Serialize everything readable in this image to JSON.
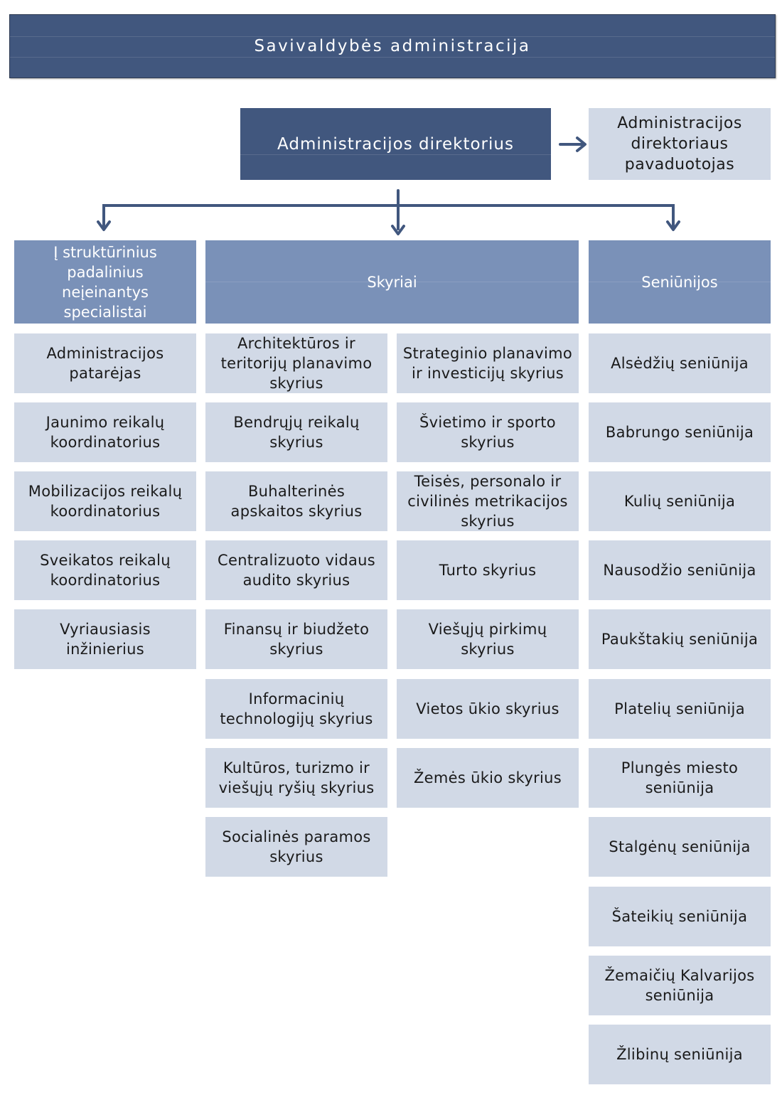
{
  "title": "Savivaldybės administracija",
  "director": "Administracijos direktorius",
  "deputy": "Administracijos direktoriaus pavaduotojas",
  "colors": {
    "dark_blue": "#41577e",
    "mid_blue": "#7a91b8",
    "light_blue": "#d1d9e6",
    "connector": "#41577e"
  },
  "groups": {
    "specialists": {
      "header": "Į struktūrinius padalinius neįeinantys specialistai",
      "items": [
        "Administracijos patarėjas",
        "Jaunimo reikalų koordinatorius",
        "Mobilizacijos reikalų koordinatorius",
        "Sveikatos reikalų koordinatorius",
        "Vyriausiasis inžinierius"
      ]
    },
    "departments": {
      "header": "Skyriai",
      "left": [
        "Architektūros ir teritorijų planavimo skyrius",
        "Bendrųjų reikalų skyrius",
        "Buhalterinės apskaitos skyrius",
        "Centralizuoto vidaus audito skyrius",
        "Finansų ir biudžeto skyrius",
        "Informacinių technologijų skyrius",
        "Kultūros, turizmo ir viešųjų ryšių skyrius",
        "Socialinės paramos skyrius"
      ],
      "right": [
        "Strateginio planavimo ir investicijų skyrius",
        "Švietimo ir sporto skyrius",
        "Teisės, personalo ir civilinės metrikacijos skyrius",
        "Turto skyrius",
        "Viešųjų pirkimų skyrius",
        "Vietos ūkio skyrius",
        "Žemės ūkio skyrius"
      ]
    },
    "elderships": {
      "header": "Seniūnijos",
      "items": [
        "Alsėdžių seniūnija",
        "Babrungo seniūnija",
        "Kulių seniūnija",
        "Nausodžio seniūnija",
        "Paukštakių seniūnija",
        "Platelių seniūnija",
        "Plungės miesto seniūnija",
        "Stalgėnų seniūnija",
        "Šateikių seniūnija",
        "Žemaičių Kalvarijos seniūnija",
        "Žlibinų seniūnija"
      ]
    }
  }
}
